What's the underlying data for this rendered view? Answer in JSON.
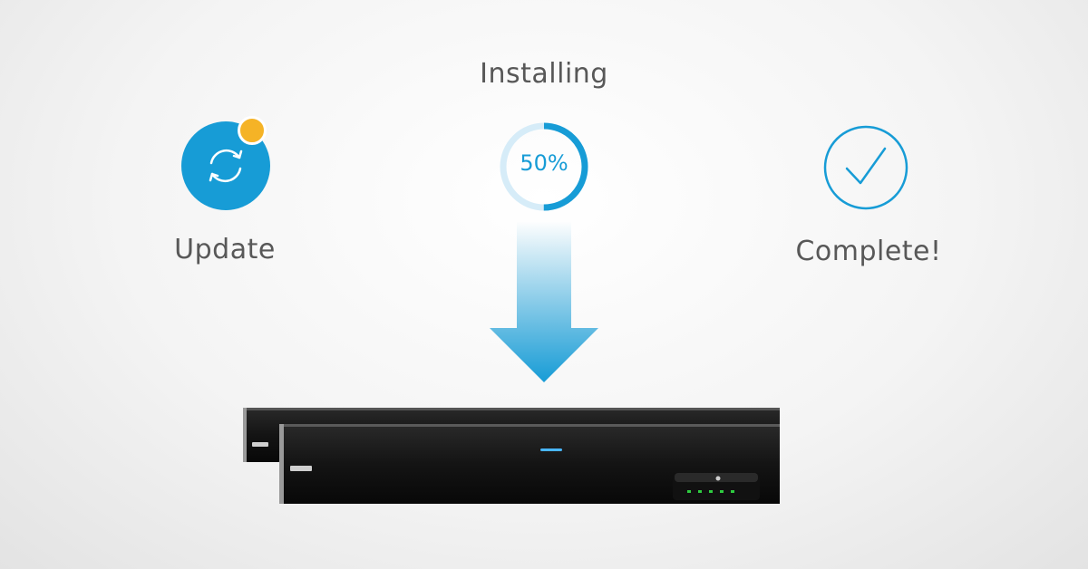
{
  "steps": {
    "update": {
      "label": "Update",
      "icon": "refresh-icon",
      "badge_icon": "notification-dot"
    },
    "installing": {
      "label": "Installing",
      "percent_text": "50%",
      "progress": 0.5
    },
    "complete": {
      "label": "Complete!",
      "icon": "checkmark-icon"
    }
  },
  "colors": {
    "accent": "#179cd6",
    "badge": "#f5b326",
    "progress_track": "#d6ecf8",
    "device": "#111111"
  }
}
